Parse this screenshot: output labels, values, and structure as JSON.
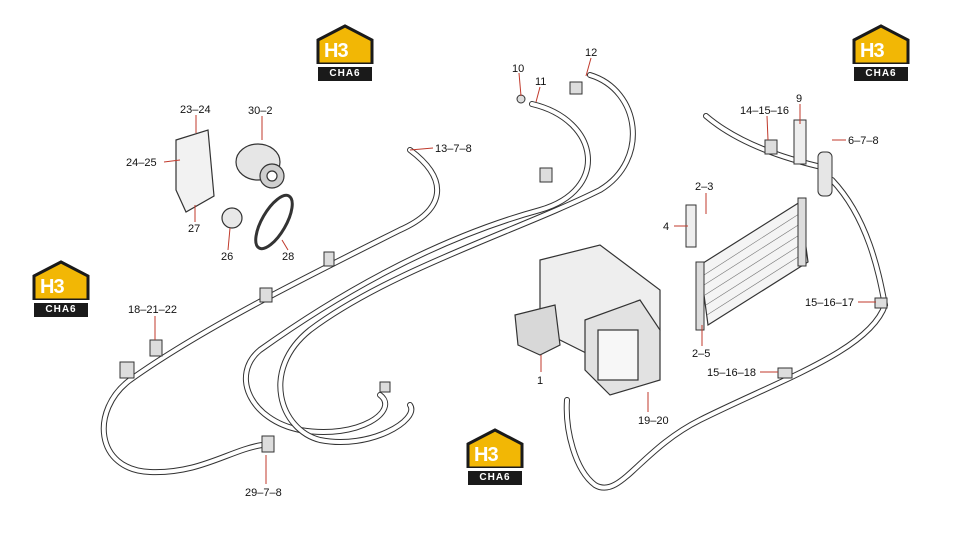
{
  "watermark": {
    "mark": "H3",
    "word": "CHA6",
    "accent": "#f2b705",
    "dark": "#1a1a1a"
  },
  "callouts": {
    "c10": "10",
    "c11": "11",
    "c12": "12",
    "c23_24": "23–24",
    "c30_2": "30–2",
    "c24_25": "24–25",
    "c13_7_8": "13–7–8",
    "c27": "27",
    "c26": "26",
    "c28": "28",
    "c9": "9",
    "c14_15_16": "14–15–16",
    "c6_7_8": "6–7–8",
    "c2_3": "2–3",
    "c4": "4",
    "c15_16_17": "15–16–17",
    "c18_21_22": "18–21–22",
    "c2_5": "2–5",
    "c1": "1",
    "c15_16_18": "15–16–18",
    "c19_20": "19–20",
    "c29_7_8": "29–7–8"
  }
}
